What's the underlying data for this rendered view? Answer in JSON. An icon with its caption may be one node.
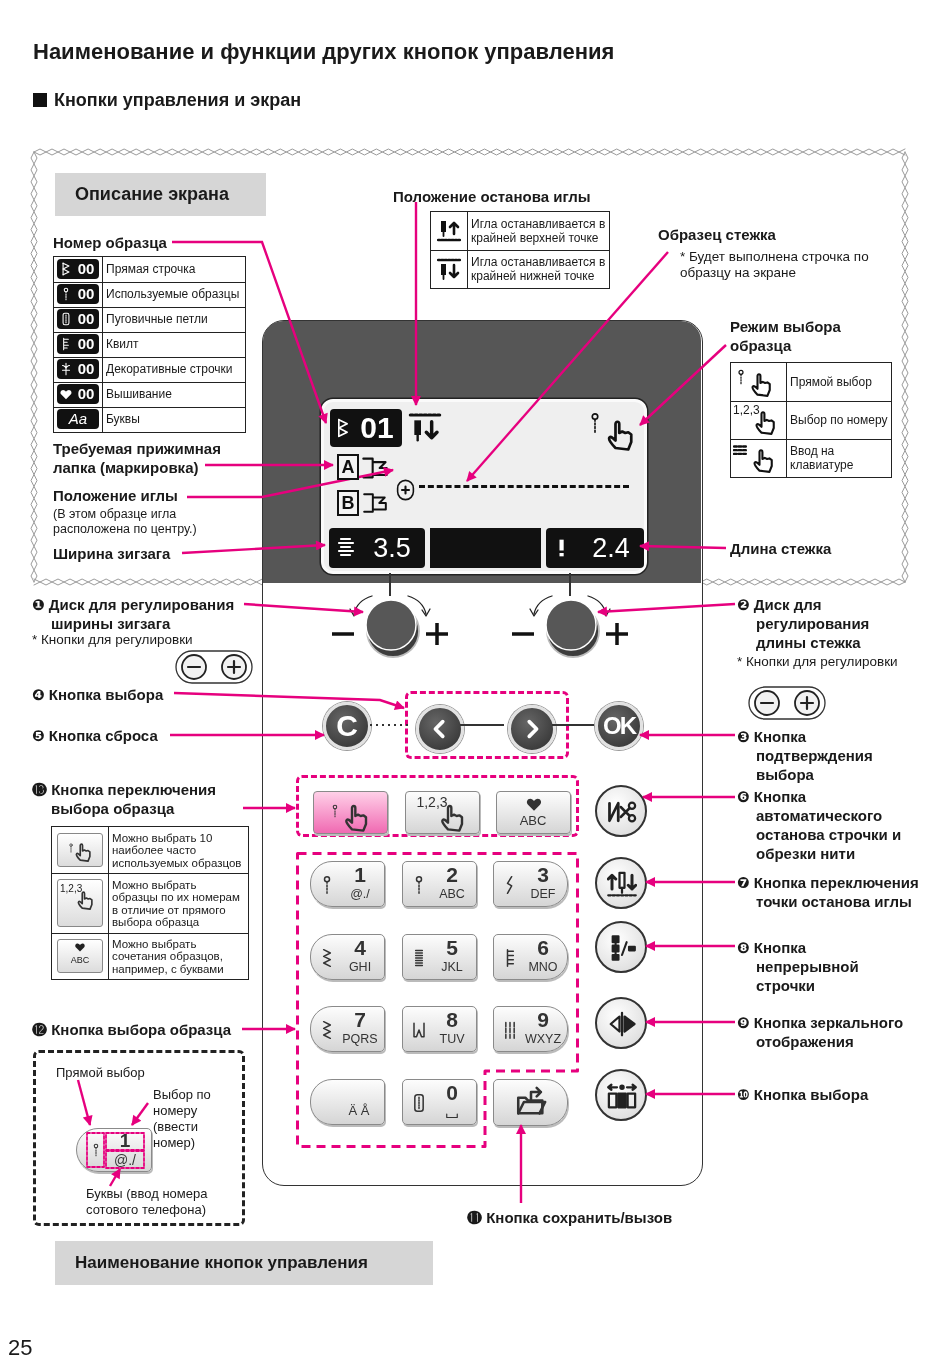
{
  "diagram": {
    "title": "Наименование и функции других кнопок управления",
    "nodes": [
      {
        "text": [
          "Описание экрана"
        ]
      },
      {
        "text": [
          "Номер образца"
        ]
      },
      {
        "text": [
          "Положение останова иглы"
        ]
      },
      {
        "text": [
          "Образец стежка"
        ],
        "beside": [
          "* Будет выполнена строчка по образцу на экране"
        ]
      },
      {
        "text": [
          "Режим выбора образца"
        ]
      },
      {
        "text": [
          "Требуемая прижимная лапка (маркировка)"
        ]
      },
      {
        "text": [
          "Положение иглы",
          "(В этом образце игла расположена по центру.)"
        ]
      },
      {
        "text": [
          "Ширина зигзага"
        ]
      },
      {
        "text": [
          "Длина стежка"
        ]
      },
      {
        "text": [],
        "shape": "box"
      },
      {
        "text": [],
        "shape": "box",
        "in": 9
      },
      {
        "text": [
          "01"
        ],
        "in": 10
      },
      {
        "text": [],
        "shape": "icon",
        "in": 10
      },
      {
        "text": [],
        "shape": "icon",
        "in": 10
      },
      {
        "text": [
          "A",
          "B"
        ],
        "in": 10
      },
      {
        "text": [],
        "shape": "icon",
        "in": 10
      },
      {
        "text": [],
        "shape": "line",
        "in": 10
      },
      {
        "text": [
          "3.5"
        ],
        "in": 10
      },
      {
        "text": [],
        "shape": "bar",
        "in": 10
      },
      {
        "text": [
          "2.4"
        ],
        "in": 10
      },
      {
        "text": [
          "❶ Диск для регулирования ширины зигзага"
        ],
        "beside": [
          "* Кнопки для регулировки"
        ]
      },
      {
        "text": [],
        "shape": "circle",
        "in": 9
      },
      {
        "text": [],
        "shape": "circle",
        "in": 9
      },
      {
        "text": [
          "❷ Диск для регулирования длины стежка"
        ],
        "beside": [
          "* Кнопки для регулировки"
        ]
      },
      {
        "text": [
          "❹ Кнопка выбора"
        ]
      },
      {
        "text": [
          "❺ Кнопка сброса"
        ]
      },
      {
        "text": [
          "C"
        ],
        "in": 9
      },
      {
        "text": [],
        "shape": "box",
        "in": 9
      },
      {
        "text": [],
        "shape": "circle",
        "in": 27
      },
      {
        "text": [],
        "shape": "circle",
        "in": 27
      },
      {
        "text": [
          "OK"
        ],
        "in": 9
      },
      {
        "text": [
          "❸ Кнопка подтверждения выбора"
        ]
      },
      {
        "text": [
          "⓭ Кнопка переключения выбора образца"
        ]
      },
      {
        "text": [],
        "shape": "box",
        "in": 9
      },
      {
        "text": [],
        "shape": "box",
        "in": 33
      },
      {
        "text": [
          "1,2,3"
        ],
        "in": 33
      },
      {
        "text": [
          "ABC"
        ],
        "in": 33
      },
      {
        "text": [
          "❻ Кнопка автоматического останова строчки и обрезки нити"
        ]
      },
      {
        "text": [],
        "shape": "circle",
        "in": 9
      },
      {
        "text": [
          "❼ Кнопка переключения точки останова иглы"
        ]
      },
      {
        "text": [],
        "shape": "circle",
        "in": 9
      },
      {
        "text": [
          "❽ Кнопка непрерывной строчки"
        ]
      },
      {
        "text": [],
        "shape": "circle",
        "in": 9
      },
      {
        "text": [
          "⓬ Кнопка выбора образца"
        ]
      },
      {
        "text": [],
        "shape": "box",
        "in": 9
      },
      {
        "text": [
          "1",
          "@./"
        ],
        "in": 44
      },
      {
        "text": [
          "2",
          "ABC"
        ],
        "in": 44
      },
      {
        "text": [
          "3",
          "DEF"
        ],
        "in": 44
      },
      {
        "text": [
          "4",
          "GHI"
        ],
        "in": 44
      },
      {
        "text": [
          "5",
          "JKL"
        ],
        "in": 44
      },
      {
        "text": [
          "6",
          "MNO"
        ],
        "in": 44
      },
      {
        "text": [
          "7",
          "PQRS"
        ],
        "in": 44
      },
      {
        "text": [
          "8",
          "TUV"
        ],
        "in": 44
      },
      {
        "text": [
          "9",
          "WXYZ"
        ],
        "in": 44
      },
      {
        "text": [
          "Ä Å"
        ],
        "in": 44
      },
      {
        "text": [
          "0"
        ],
        "in": 44
      },
      {
        "text": [],
        "shape": "box",
        "in": 9
      },
      {
        "text": [
          "❾ Кнопка зеркального отображения"
        ]
      },
      {
        "text": [],
        "shape": "circle",
        "in": 9
      },
      {
        "text": [
          "❿ Кнопка выбора"
        ]
      },
      {
        "text": [],
        "shape": "circle",
        "in": 9
      },
      {
        "text": [
          "⓫ Кнопка сохранить/вызов"
        ]
      },
      {
        "text": [],
        "shape": "box"
      },
      {
        "text": [
          "Прямой выбор"
        ],
        "in": 62
      },
      {
        "text": [
          "Выбор по номеру (ввести номер)"
        ],
        "in": 62
      },
      {
        "text": [
          "1",
          "@./"
        ],
        "in": 62
      },
      {
        "text": [
          "Буквы (ввод номера сотового телефона)"
        ],
        "in": 62
      },
      {
        "text": [
          "Наименование кнопок управления"
        ]
      }
    ],
    "edges": [
      {
        "from": 1,
        "to": 11,
        "arrow": "to"
      },
      {
        "from": 2,
        "to": 12,
        "arrow": "to"
      },
      {
        "from": 3,
        "to": 16,
        "arrow": "to"
      },
      {
        "from": 4,
        "to": 13,
        "arrow": "to"
      },
      {
        "from": 5,
        "to": 14,
        "arrow": "to"
      },
      {
        "from": 6,
        "to": 15,
        "arrow": "to"
      },
      {
        "from": 7,
        "to": 17,
        "arrow": "to"
      },
      {
        "from": 8,
        "to": 19,
        "arrow": "to"
      },
      {
        "from": 20,
        "to": 21,
        "arrow": "to"
      },
      {
        "from": 23,
        "to": 22,
        "arrow": "to"
      },
      {
        "from": 24,
        "to": 27,
        "arrow": "to"
      },
      {
        "from": 25,
        "to": 26,
        "arrow": "to"
      },
      {
        "from": 26,
        "to": 28,
        "arrow": "none",
        "style": "dashed",
        "color": "#333333"
      },
      {
        "from": 28,
        "to": 29,
        "arrow": "none",
        "color": "#333333"
      },
      {
        "from": 29,
        "to": 30,
        "arrow": "none",
        "color": "#333333"
      },
      {
        "from": 31,
        "to": 30,
        "arrow": "to"
      },
      {
        "from": 32,
        "to": 33,
        "arrow": "to"
      },
      {
        "from": 37,
        "to": 38,
        "arrow": "to"
      },
      {
        "from": 39,
        "to": 40,
        "arrow": "to"
      },
      {
        "from": 41,
        "to": 42,
        "arrow": "to"
      },
      {
        "from": 43,
        "to": 44,
        "arrow": "to"
      },
      {
        "from": 57,
        "to": 58,
        "arrow": "to"
      },
      {
        "from": 59,
        "to": 60,
        "arrow": "to"
      },
      {
        "from": 61,
        "to": 56,
        "arrow": "to"
      },
      {
        "from": 63,
        "to": 65,
        "arrow": "to"
      },
      {
        "from": 64,
        "to": 65,
        "arrow": "to"
      },
      {
        "from": 66,
        "to": 65,
        "arrow": "to"
      },
      {
        "from": 10,
        "to": 21,
        "arrow": "none",
        "color": "#333333"
      },
      {
        "from": 10,
        "to": 22,
        "arrow": "none",
        "color": "#333333"
      }
    ],
    "labels": [
      "Кнопки управления и экран",
      "00",
      "Прямая строчка",
      "00",
      "Используемые образцы",
      "00",
      "Пуговичные петли",
      "00",
      "Квилт",
      "00",
      "Декоративные строчки",
      "00",
      "Вышивание",
      "Aa",
      "Буквы",
      "Игла останавливается в крайней верхней точке",
      "Игла останавливается в крайней нижней точке",
      "Прямой выбор",
      "1,2,3",
      "Выбор по номеру",
      "Ввод на клавиатуре",
      "Можно выбрать 10 наиболее часто используемых образцов",
      "1,2,3",
      "Можно выбрать образцы по их номерам в отличие от прямого выбора образца",
      "ABC",
      "Можно выбрать сочетания образцов, например, с буквами",
      "25"
    ]
  }
}
